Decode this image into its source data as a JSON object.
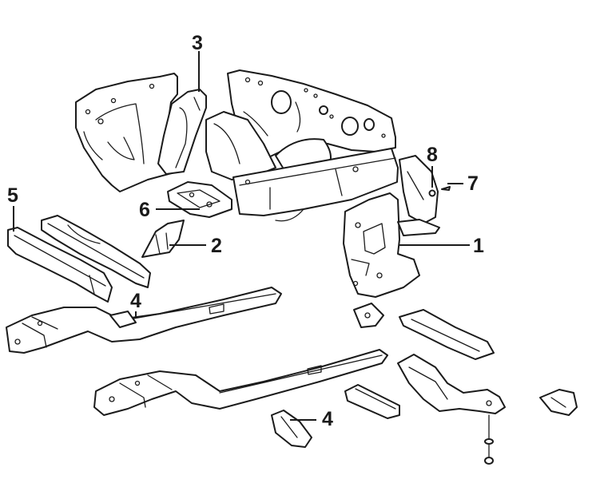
{
  "callouts": {
    "c1": "1",
    "c2": "2",
    "c3": "3",
    "c4a": "4",
    "c4b": "4",
    "c5": "5",
    "c6": "6",
    "c7": "7",
    "c8": "8"
  },
  "colors": {
    "ink": "#1b1b1b",
    "paper": "#ffffff"
  }
}
